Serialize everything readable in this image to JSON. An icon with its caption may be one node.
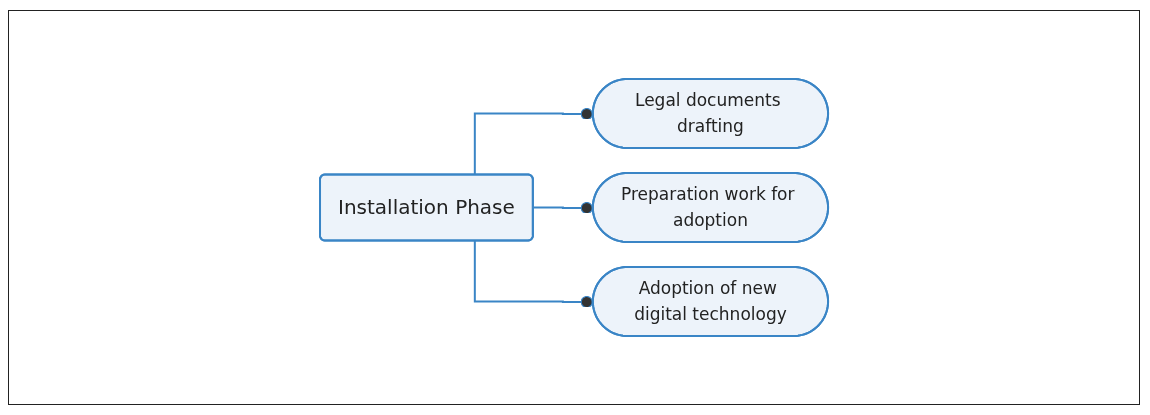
{
  "diagram": {
    "nodes": [
      {
        "text": [
          "Installation Phase"
        ]
      },
      {
        "text": [
          "Legal documents drafting"
        ]
      },
      {
        "text": [
          "Preparation work for adoption"
        ]
      },
      {
        "text": [
          "Adoption of new digital technology"
        ]
      }
    ],
    "edges": [
      {
        "from": 0,
        "to": 1,
        "arrow": "other"
      },
      {
        "from": 0,
        "to": 2,
        "arrow": "other"
      },
      {
        "from": 0,
        "to": 3,
        "arrow": "other"
      }
    ]
  }
}
